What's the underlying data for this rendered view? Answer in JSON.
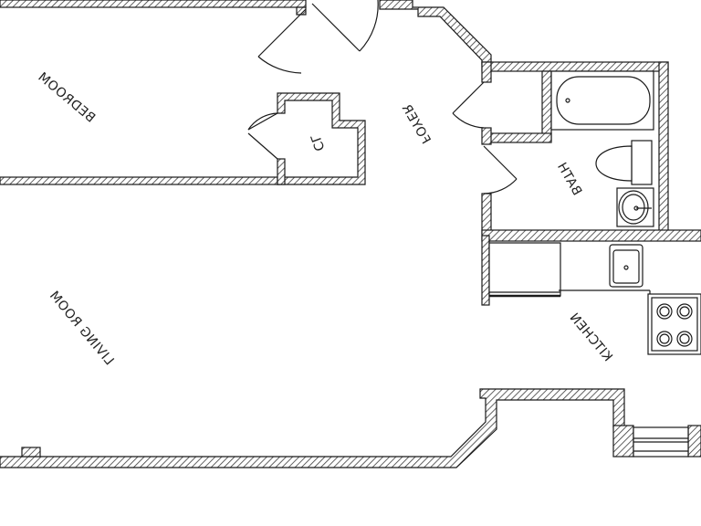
{
  "floor_plan": {
    "rooms": {
      "bedroom": "BEDROOM",
      "closet": "CL",
      "foyer": "FOYER",
      "bath": "BATH",
      "living_room": "LIVING ROOM",
      "kitchen": "KITCHEN"
    },
    "colors": {
      "wall_stroke": "#1a1a1a",
      "hatch": "#3a3a3a",
      "background": "#ffffff"
    },
    "fixtures": [
      "bathtub",
      "toilet",
      "bathroom-sink",
      "kitchen-sink",
      "stove",
      "refrigerator-counter"
    ]
  }
}
